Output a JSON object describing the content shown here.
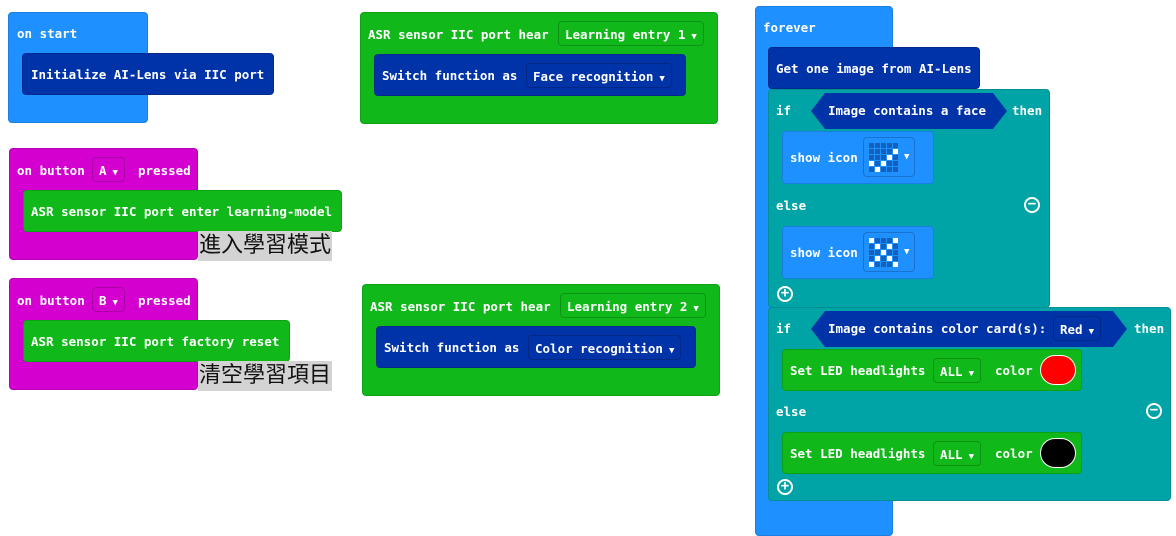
{
  "on_start": {
    "label": "on start",
    "init": "Initialize AI-Lens via IIC port"
  },
  "button_a": {
    "prefix": "on button",
    "button": "A",
    "suffix": "pressed",
    "action": "ASR sensor IIC port enter learning-model",
    "note": "進入學習模式"
  },
  "button_b": {
    "prefix": "on button",
    "button": "B",
    "suffix": "pressed",
    "action": "ASR sensor IIC port factory reset",
    "note": "清空學習項目"
  },
  "hear1": {
    "label": "ASR sensor IIC port hear",
    "entry": "Learning entry 1",
    "switch": "Switch function as",
    "function": "Face recognition"
  },
  "hear2": {
    "label": "ASR sensor IIC port hear",
    "entry": "Learning entry 2",
    "switch": "Switch function as",
    "function": "Color recognition"
  },
  "forever": {
    "label": "forever",
    "get_image": "Get one image from AI-Lens",
    "if1": {
      "if": "if",
      "cond": "Image contains a face",
      "then": "then",
      "show_icon": "show icon",
      "else": "else",
      "icon_on": "check",
      "icon_off": "cross"
    },
    "if2": {
      "if": "if",
      "cond": "Image contains color card(s):",
      "color_option": "Red",
      "then": "then",
      "set_led": "Set LED headlights",
      "led": "ALL",
      "color_label": "color",
      "else": "else",
      "color_on": "#ff0000",
      "color_off": "#000000"
    }
  },
  "colors": {
    "events": "#1e90ff",
    "ai_lens": "#0033a8",
    "asr": "#11b81a",
    "input": "#d400d0",
    "logic": "#00a4a6"
  }
}
